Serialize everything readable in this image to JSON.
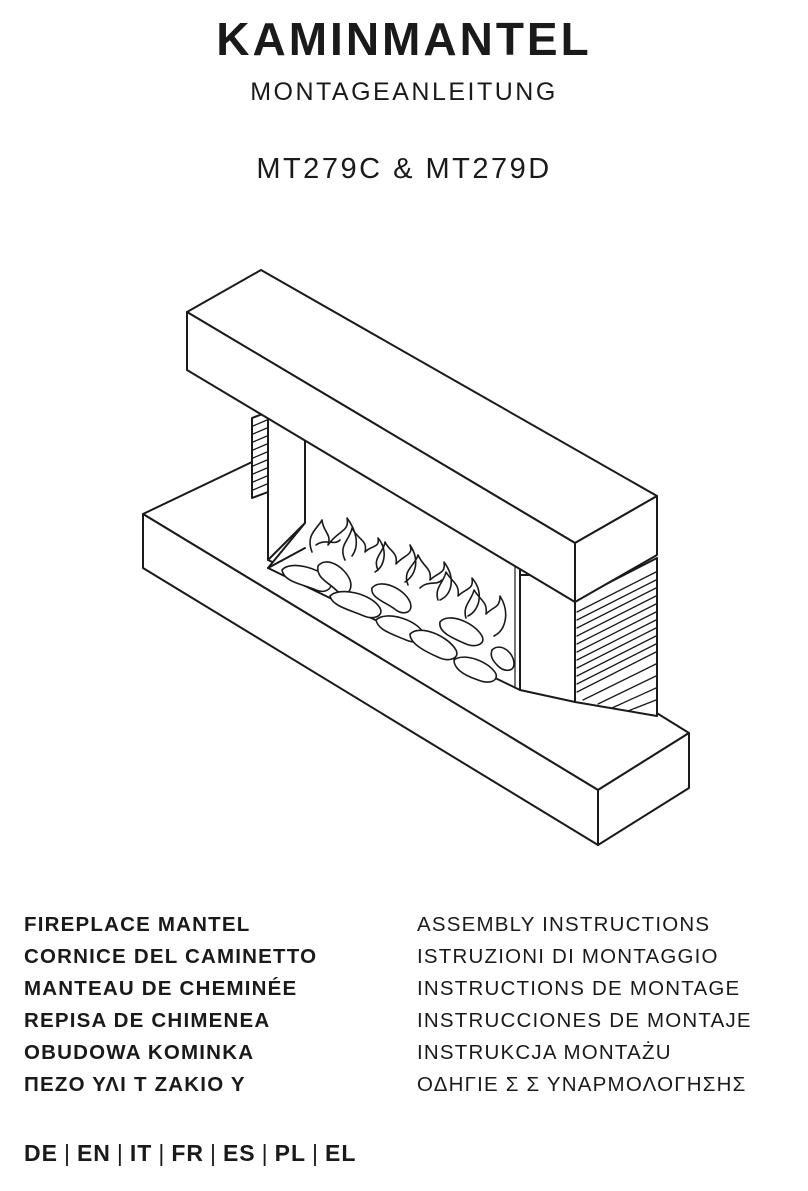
{
  "header": {
    "title": "KAMINMANTEL",
    "subtitle": "MONTAGEANLEITUNG",
    "models": "MT279C & MT279D"
  },
  "illustration": {
    "icon": "fireplace-mantel-line-drawing"
  },
  "translations": [
    {
      "product": "FIREPLACE MANTEL",
      "instructions": "ASSEMBLY INSTRUCTIONS"
    },
    {
      "product": "CORNICE DEL CAMINETTO",
      "instructions": "ISTRUZIONI DI MONTAGGIO"
    },
    {
      "product": "MANTEAU DE CHEMINÉE",
      "instructions": "INSTRUCTIONS DE MONTAGE"
    },
    {
      "product": "REPISA DE CHIMENEA",
      "instructions": "INSTRUCCIONES DE MONTAJE"
    },
    {
      "product": "OBUDOWA KOMINKA",
      "instructions": "INSTRUKCJA MONTAŻU"
    },
    {
      "product": "ΠΕΖΟ ΥΛΙ Τ ΖΑΚΙΟ Υ",
      "instructions": "ΟΔΗΓΙΕ Σ Σ ΥΝΑΡΜΟΛΟΓΗΣΗΣ"
    }
  ],
  "languages": [
    "DE",
    "EN",
    "IT",
    "FR",
    "ES",
    "PL",
    "EL"
  ]
}
